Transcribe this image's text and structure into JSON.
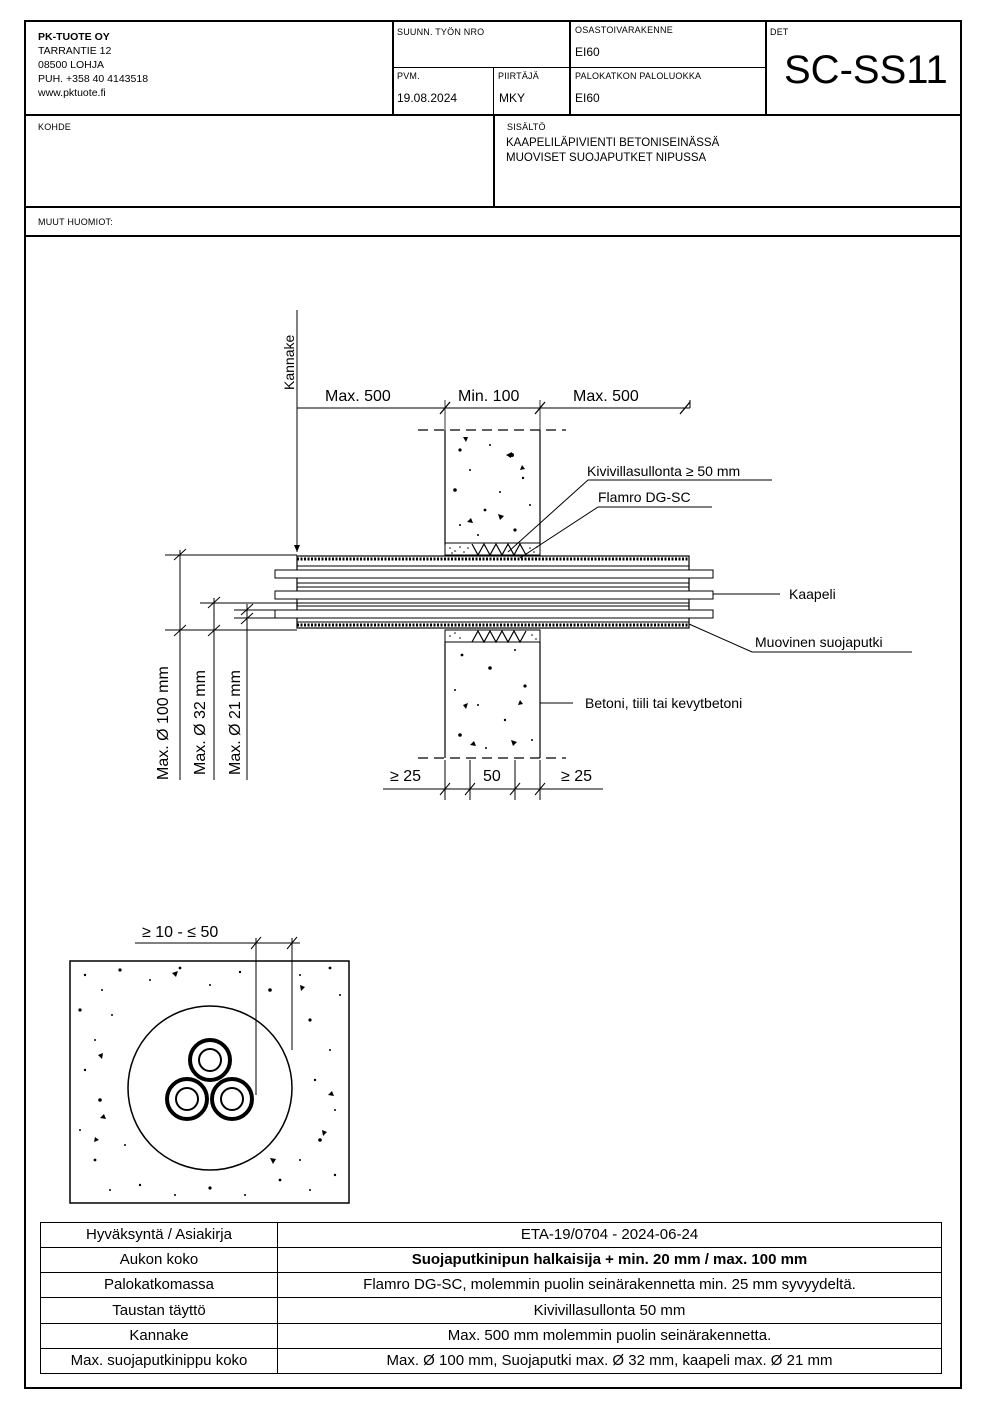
{
  "company": {
    "name": "PK-TUOTE OY",
    "street": "TARRANTIE 12",
    "city": "08500 LOHJA",
    "phone": "PUH. +358 40 4143518",
    "web": "www.pktuote.fi"
  },
  "header": {
    "suunn_label": "SUUNN. TYÖN NRO",
    "suunn_value": "",
    "osasto_label": "OSASTOIVARAKENNE",
    "osasto_value": "EI60",
    "det_label": "DET",
    "det_value": "SC-SS11",
    "pvm_label": "PVM.",
    "pvm_value": "19.08.2024",
    "piirtaja_label": "PIIRTÄJÄ",
    "piirtaja_value": "MKY",
    "paloluokka_label": "PALOKATKON PALOLUOKKA",
    "paloluokka_value": "EI60",
    "kohde_label": "KOHDE",
    "sisalto_label": "SISÄLTÖ",
    "sisalto_line1": "KAAPELILÄPIVIENTI BETONISEINÄSSÄ",
    "sisalto_line2": "MUOVISET SUOJAPUTKET NIPUSSA",
    "muut_label": "MUUT HUOMIOT:"
  },
  "section": {
    "kannake": "Kannake",
    "dim_max500_left": "Max. 500",
    "dim_min100": "Min. 100",
    "dim_max500_right": "Max. 500",
    "label_kivivilla": "Kivivillasullonta ≥ 50 mm",
    "label_flamro": "Flamro DG-SC",
    "label_kaapeli": "Kaapeli",
    "label_suojaputki": "Muovinen suojaputki",
    "label_betoni": "Betoni, tiili tai kevytbetoni",
    "dim_d100": "Max. Ø 100 mm",
    "dim_d32": "Max. Ø 32 mm",
    "dim_d21": "Max. Ø 21 mm",
    "dim_ge25_left": "≥ 25",
    "dim_50": "50",
    "dim_ge25_right": "≥ 25"
  },
  "front": {
    "dim_gap": "≥ 10 - ≤ 50"
  },
  "spec_table": [
    {
      "key": "Hyväksyntä / Asiakirja",
      "value": "ETA-19/0704 - 2024-06-24"
    },
    {
      "key": "Aukon koko",
      "value": "Suojaputkinipun halkaisija + min. 20 mm / max. 100 mm"
    },
    {
      "key": "Palokatkomassa",
      "value": "Flamro DG-SC, molemmin puolin seinärakennetta min. 25 mm syvyydeltä."
    },
    {
      "key": "Taustan täyttö",
      "value": "Kivivillasullonta 50 mm"
    },
    {
      "key": "Kannake",
      "value": "Max. 500 mm molemmin puolin seinärakennetta."
    },
    {
      "key": "Max. suojaputkinippu koko",
      "value": "Max. Ø 100 mm, Suojaputki max. Ø 32 mm, kaapeli max. Ø 21 mm"
    }
  ]
}
